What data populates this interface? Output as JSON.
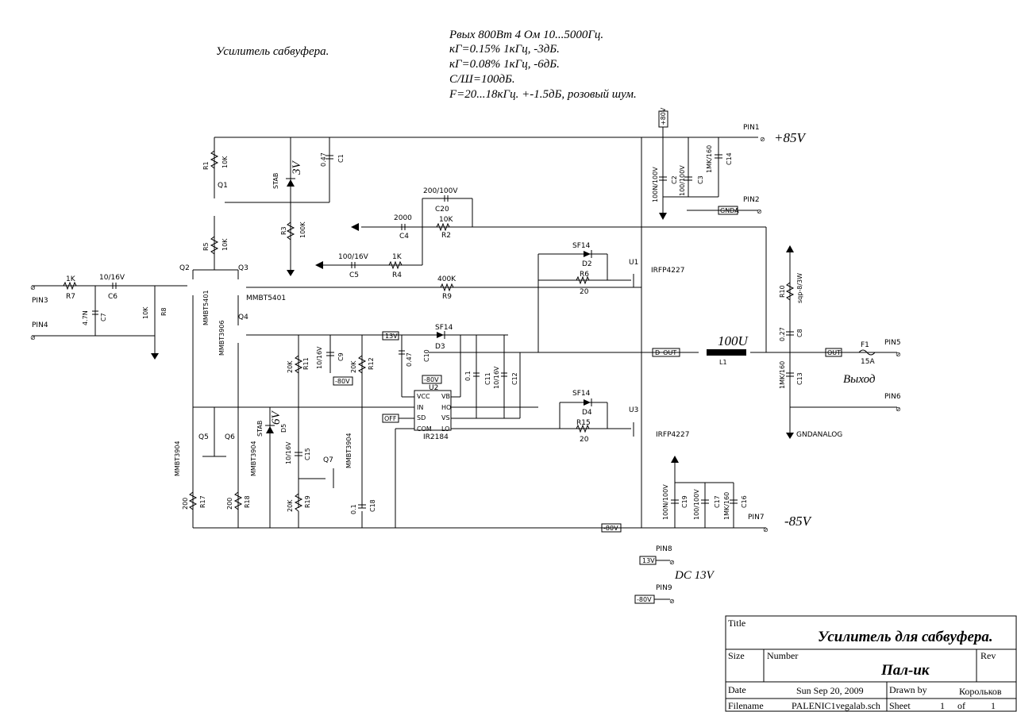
{
  "title_note": "Усилитель сабвуфера.",
  "spec_lines": [
    "Pвых 800Вт  4 Ом 10...5000Гц.",
    "кГ=0.15%  1кГц, -3дБ.",
    "кГ=0.08%  1кГц, -6дБ.",
    "С/Ш=100дБ.",
    "F=20...18кГц. +-1.5дБ, розовый шум."
  ],
  "rails": {
    "pos": "+85V",
    "neg": "-85V",
    "dc": "DC 13V",
    "out_note": "Выход",
    "inductor_val": "100U"
  },
  "pins": {
    "pin1": "PIN1",
    "pin2": "PIN2",
    "pin3": "PIN3",
    "pin4": "PIN4",
    "pin5": "PIN5",
    "pin6": "PIN6",
    "pin7": "PIN7",
    "pin8": "PIN8",
    "pin9": "PIN9"
  },
  "nets": {
    "p80": "+80V",
    "m80": "-80V",
    "gnda": "GNDA",
    "gndanalog": "GNDANALOG",
    "v13": "13V",
    "off": "OFF",
    "d_out": "D_OUT",
    "out": "OUT"
  },
  "parts": {
    "R1": "R1",
    "R1v": "10K",
    "Q1": "Q1",
    "C1": "C1",
    "C1v": "0.47",
    "ZD1": "3V",
    "stab": "STAB",
    "D": "D",
    "R3": "R3",
    "R3v": "100K",
    "R5": "R5",
    "R5v": "10K",
    "Q2": "Q2",
    "Q3": "Q3",
    "Q2v": "MMBT5401",
    "Q3v": "MMBT5401",
    "Q4": "Q4",
    "Q4v": "MMBT3906",
    "R7": "R7",
    "R7v": "1K",
    "C6": "C6",
    "C6v": "10/16V",
    "C7": "C7",
    "C7v": "4.7N",
    "R8": "R8",
    "R8v": "10K",
    "C4": "C4",
    "C4v": "2000",
    "C20": "C20",
    "C20v": "200/100V",
    "R2": "R2",
    "R2v": "10K",
    "C5": "C5",
    "C5v": "100/16V",
    "R4": "R4",
    "R4v": "1K",
    "R9": "R9",
    "R9v": "400K",
    "D2": "D2",
    "D2v": "SF14",
    "R6": "R6",
    "R6v": "20",
    "U1": "U1",
    "U1v": "IRFP4227",
    "D3": "D3",
    "D3v": "SF14",
    "C10": "C10",
    "C10v": "0.47",
    "R11": "R11",
    "R11v": "20K",
    "C9": "C9",
    "C9v": "10/16V",
    "R12": "R12",
    "R12v": "20K",
    "C11": "C11",
    "C11v": "0.1",
    "C12": "C12",
    "C12v": "10/16V",
    "U2": "U2",
    "U2v": "IR2184",
    "D4": "D4",
    "D4v": "SF14",
    "R15": "R15",
    "R15v": "20",
    "U3": "U3",
    "U3v": "IRFP4227",
    "C2": "C2",
    "C2v": "100N/100V",
    "C3": "C3",
    "C3v": "100/100V",
    "C14": "C14",
    "C14v": "1MK/160",
    "R10": "R10",
    "R10v": "sqp-8/3W",
    "C8": "C8",
    "C8v": "0.27",
    "C13": "C13",
    "C13v": "1MK/160",
    "L1": "L1",
    "F1": "F1",
    "F1v": "15A",
    "Q5": "Q5",
    "Q5v": "MMBT3904",
    "Q6": "Q6",
    "Q6v": "MMBT3904",
    "ZD5": "6V",
    "D5": "D5",
    "C15": "C15",
    "C15v": "10/16V",
    "Q7": "Q7",
    "Q7v": "MMBT3904",
    "R17": "R17",
    "R17v": "200",
    "R18": "R18",
    "R18v": "200",
    "R19": "R19",
    "R19v": "20K",
    "C18": "C18",
    "C18v": "0.1",
    "C19": "C19",
    "C19v": "100N/100V",
    "C17": "C17",
    "C17v": "100/100V",
    "C16": "C16",
    "C16v": "1MK/160"
  },
  "ic_pins": {
    "vcc": "VCC",
    "in": "IN",
    "sd": "SD",
    "com": "COM",
    "vb": "VB",
    "ho": "HO",
    "vs": "VS",
    "lo": "LO"
  },
  "titleblock": {
    "title_h": "Title",
    "title_v": "Усилитель для сабвуфера.",
    "size_h": "Size",
    "number_h": "Number",
    "number_v": "Пал-ик",
    "rev_h": "Rev",
    "date_h": "Date",
    "date_v": "Sun Sep 20, 2009",
    "drawn_h": "Drawn by",
    "drawn_v": "Корольков",
    "file_h": "Filename",
    "file_v": "PALENIC1vegalab.sch",
    "sheet_h": "Sheet",
    "sheet_v": "1",
    "of_h": "of",
    "of_v": "1"
  }
}
